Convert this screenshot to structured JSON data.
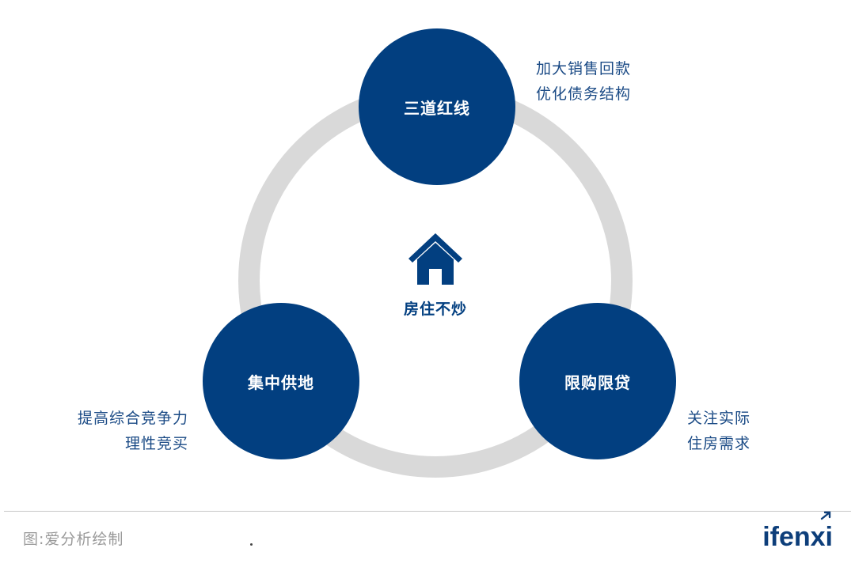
{
  "diagram": {
    "center": {
      "icon": "house-icon",
      "label": "房住不炒"
    },
    "nodes": [
      {
        "id": "top",
        "label": "三道红线",
        "notes": [
          "加大销售回款",
          "优化债务结构"
        ]
      },
      {
        "id": "left",
        "label": "集中供地",
        "notes": [
          "提高综合竞争力",
          "理性竞买"
        ]
      },
      {
        "id": "right",
        "label": "限购限贷",
        "notes": [
          "关注实际",
          "住房需求"
        ]
      }
    ]
  },
  "footer": {
    "source": "图:爱分析绘制",
    "logo": "ifenxi"
  },
  "colors": {
    "node": "#023f80",
    "ring": "#d9d9d9",
    "note_text": "#1a4a85",
    "source_text": "#9a9a9a"
  }
}
